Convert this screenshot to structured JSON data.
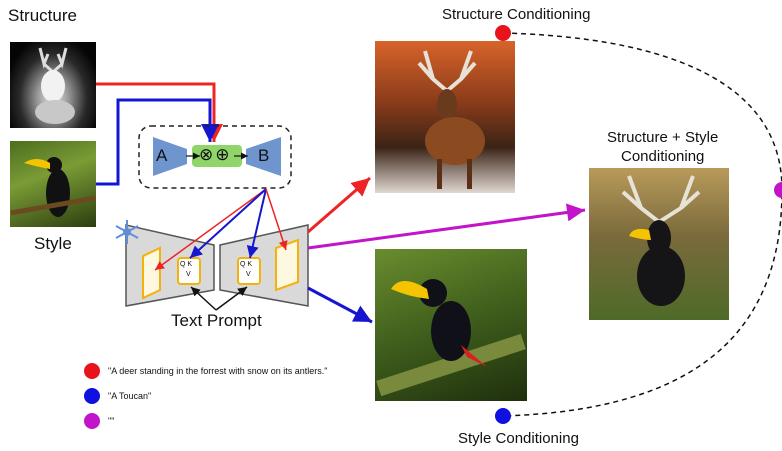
{
  "labels": {
    "structure": "Structure",
    "style": "Style",
    "text_prompt": "Text Prompt",
    "structure_conditioning": "Structure Conditioning",
    "style_conditioning": "Style Conditioning",
    "combined_line1": "Structure + Style",
    "combined_line2": "Conditioning"
  },
  "lora_block": {
    "a": "A",
    "b": "B",
    "ops": "⊗⊕"
  },
  "attention": {
    "qk": "Q K",
    "v": "V"
  },
  "legend": [
    {
      "color": "#e8131b",
      "text": "\"A deer standing in the forrest with snow on its antlers.\""
    },
    {
      "color": "#1010e0",
      "text": "\"A Toucan\""
    },
    {
      "color": "#c214c8",
      "text": "\"\""
    }
  ],
  "colors": {
    "red": "#ee2424",
    "blue": "#1616d0",
    "magenta": "#c214c8",
    "lora_green": "#8fd56a",
    "lora_blue": "#6f95cf",
    "attn_yellow": "#f3b10a"
  }
}
